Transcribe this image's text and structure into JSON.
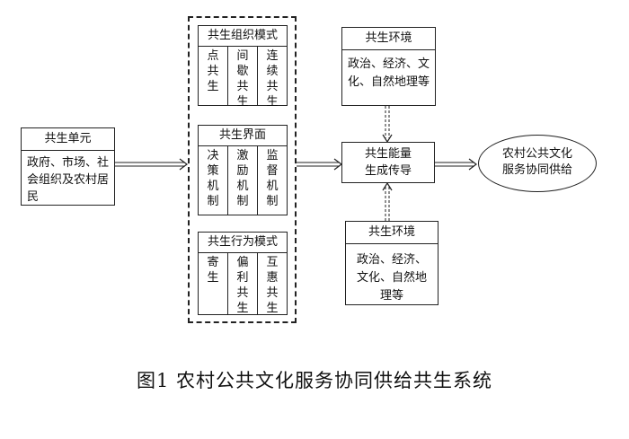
{
  "unit": {
    "title": "共生单元",
    "body": "政府、市场、社会组织及农村居民"
  },
  "org_mode": {
    "title": "共生组织模式",
    "cols": [
      "点共生",
      "间歇共生",
      "连续共生"
    ]
  },
  "interface": {
    "title": "共生界面",
    "cols": [
      "决策机制",
      "激励机制",
      "监督机制"
    ]
  },
  "behavior": {
    "title": "共生行为模式",
    "cols": [
      "寄生",
      "偏利共生",
      "互惠共生"
    ]
  },
  "env_top": {
    "title": "共生环境",
    "body": "政治、经济、文化、自然地理等"
  },
  "energy": {
    "line1": "共生能量",
    "line2": "生成传导"
  },
  "env_bottom": {
    "title": "共生环境",
    "body": "政治、经济、文化、自然地理等"
  },
  "outcome": {
    "line1": "农村公共文化",
    "line2": "服务协同供给"
  },
  "caption": "图1  农村公共文化服务协同供给共生系统"
}
